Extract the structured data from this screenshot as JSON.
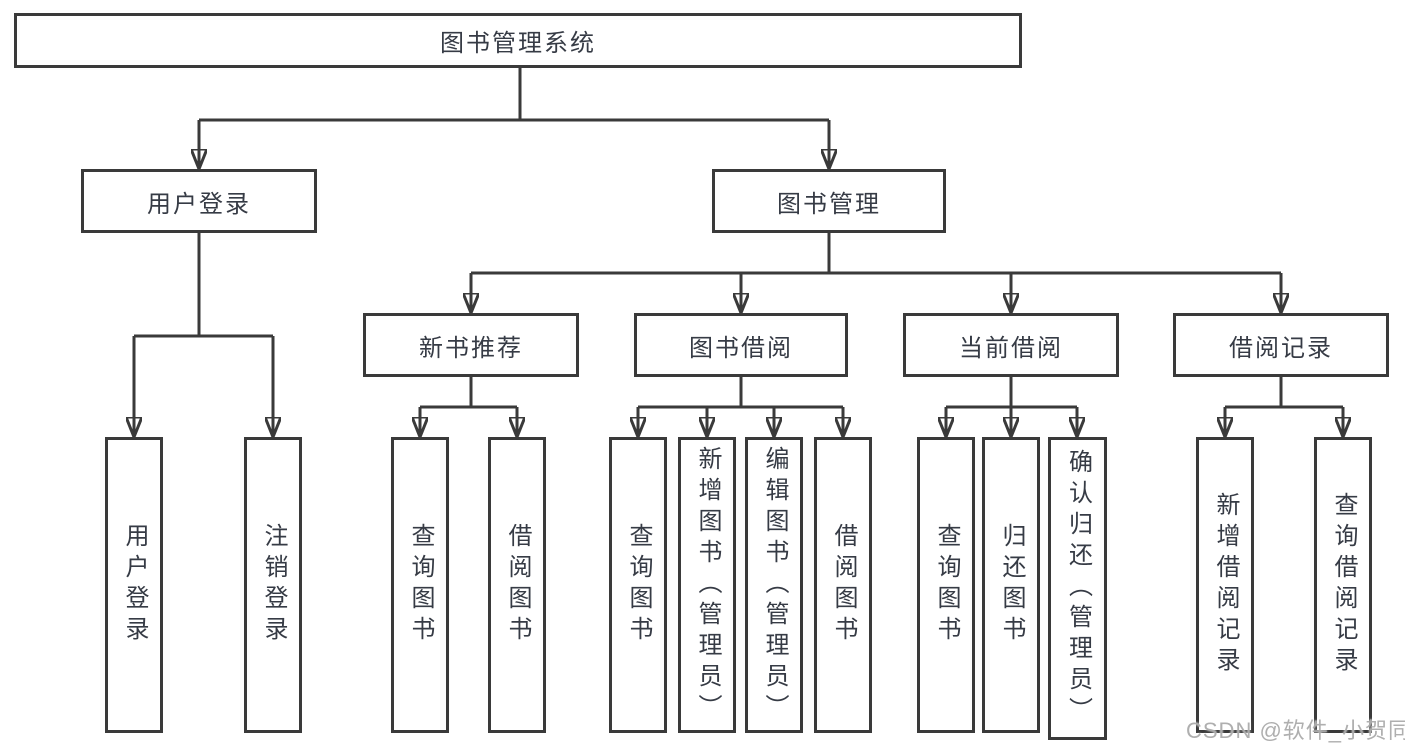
{
  "tree": {
    "root": {
      "label": "图书管理系统"
    },
    "branches": [
      {
        "label": "用户登录",
        "children": [
          {
            "label": "用户登录"
          },
          {
            "label": "注销登录"
          }
        ]
      },
      {
        "label": "图书管理",
        "children": [
          {
            "label": "新书推荐",
            "children": [
              {
                "label": "查询图书"
              },
              {
                "label": "借阅图书"
              }
            ]
          },
          {
            "label": "图书借阅",
            "children": [
              {
                "label": "查询图书"
              },
              {
                "label": "新增图书（管理员）"
              },
              {
                "label": "编辑图书（管理员）"
              },
              {
                "label": "借阅图书"
              }
            ]
          },
          {
            "label": "当前借阅",
            "children": [
              {
                "label": "查询图书"
              },
              {
                "label": "归还图书"
              },
              {
                "label": "确认归还（管理员）"
              }
            ]
          },
          {
            "label": "借阅记录",
            "children": [
              {
                "label": "新增借阅记录"
              },
              {
                "label": "查询借阅记录"
              }
            ]
          }
        ]
      }
    ]
  },
  "watermark": {
    "label": "CSDN @软件_小贺同学"
  },
  "colors": {
    "line": "#3a3a3a",
    "box_border": "#3a3a3a",
    "text": "#363b45",
    "watermark": "#a8a8a8",
    "background": "#ffffff"
  }
}
